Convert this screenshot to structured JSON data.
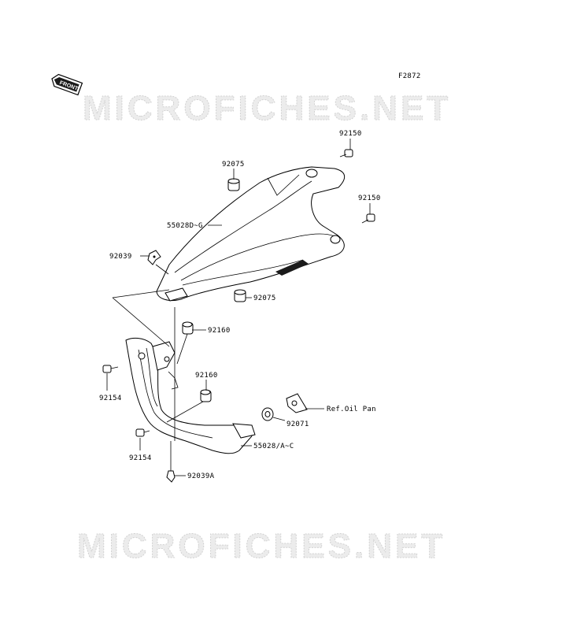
{
  "figure_code": "F2872",
  "watermark": "MICROFICHES.NET",
  "front_badge": "FRONT",
  "labels": {
    "p92150_a": "92150",
    "p92150_b": "92150",
    "p92075_a": "92075",
    "p55028d": "55028D~G",
    "p92039": "92039",
    "p92075_b": "92075",
    "p92160_a": "92160",
    "p92160_b": "92160",
    "p92154_a": "92154",
    "p92154_b": "92154",
    "ref_oil_pan": "Ref.Oil Pan",
    "p92071": "92071",
    "p55028a": "55028/A~C",
    "p92039a": "92039A"
  }
}
